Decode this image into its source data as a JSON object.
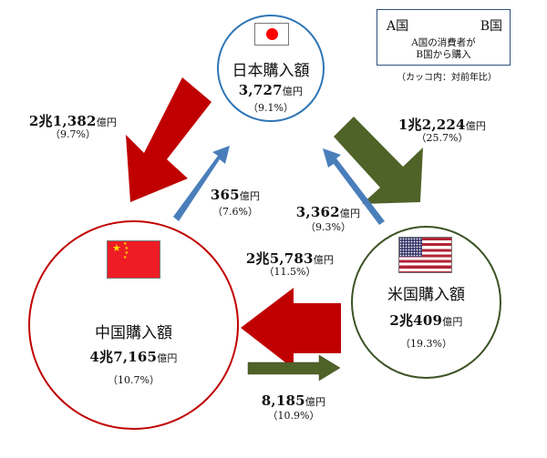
{
  "legend": {
    "from_country": "A国",
    "to_country": "B国",
    "description_line1": "A国の消費者が",
    "description_line2": "B国から購入",
    "note": "（カッコ内：対前年比）",
    "arrow_color": "#7F7F7F"
  },
  "countries": {
    "japan": {
      "title": "日本購入額",
      "amount": "3,727",
      "unit": "億円",
      "growth": "（9.1%）",
      "border_color": "#2E75B6"
    },
    "china": {
      "title": "中国購入額",
      "amount": "4兆7,165",
      "unit": "億円",
      "growth": "（10.7%）",
      "border_color": "#C00000"
    },
    "usa": {
      "title": "米国購入額",
      "amount": "2兆409",
      "unit": "億円",
      "growth": "（19.3%）",
      "border_color": "#3B5323"
    }
  },
  "flows": {
    "china_from_japan": {
      "amount": "2兆1,382",
      "unit": "億円",
      "growth": "（9.7%）",
      "color": "#C00000"
    },
    "usa_from_japan": {
      "amount": "1兆2,224",
      "unit": "億円",
      "growth": "（25.7%）",
      "color": "#4F6228"
    },
    "japan_from_china": {
      "amount": "365",
      "unit": "億円",
      "growth": "（7.6%）",
      "color": "#4A7EBB"
    },
    "japan_from_usa": {
      "amount": "3,362",
      "unit": "億円",
      "growth": "（9.3%）",
      "color": "#4A7EBB"
    },
    "china_from_usa": {
      "amount": "2兆5,783",
      "unit": "億円",
      "growth": "（11.5%）",
      "color": "#C00000"
    },
    "usa_from_china": {
      "amount": "8,185",
      "unit": "億円",
      "growth": "（10.9%）",
      "color": "#4F6228"
    }
  }
}
